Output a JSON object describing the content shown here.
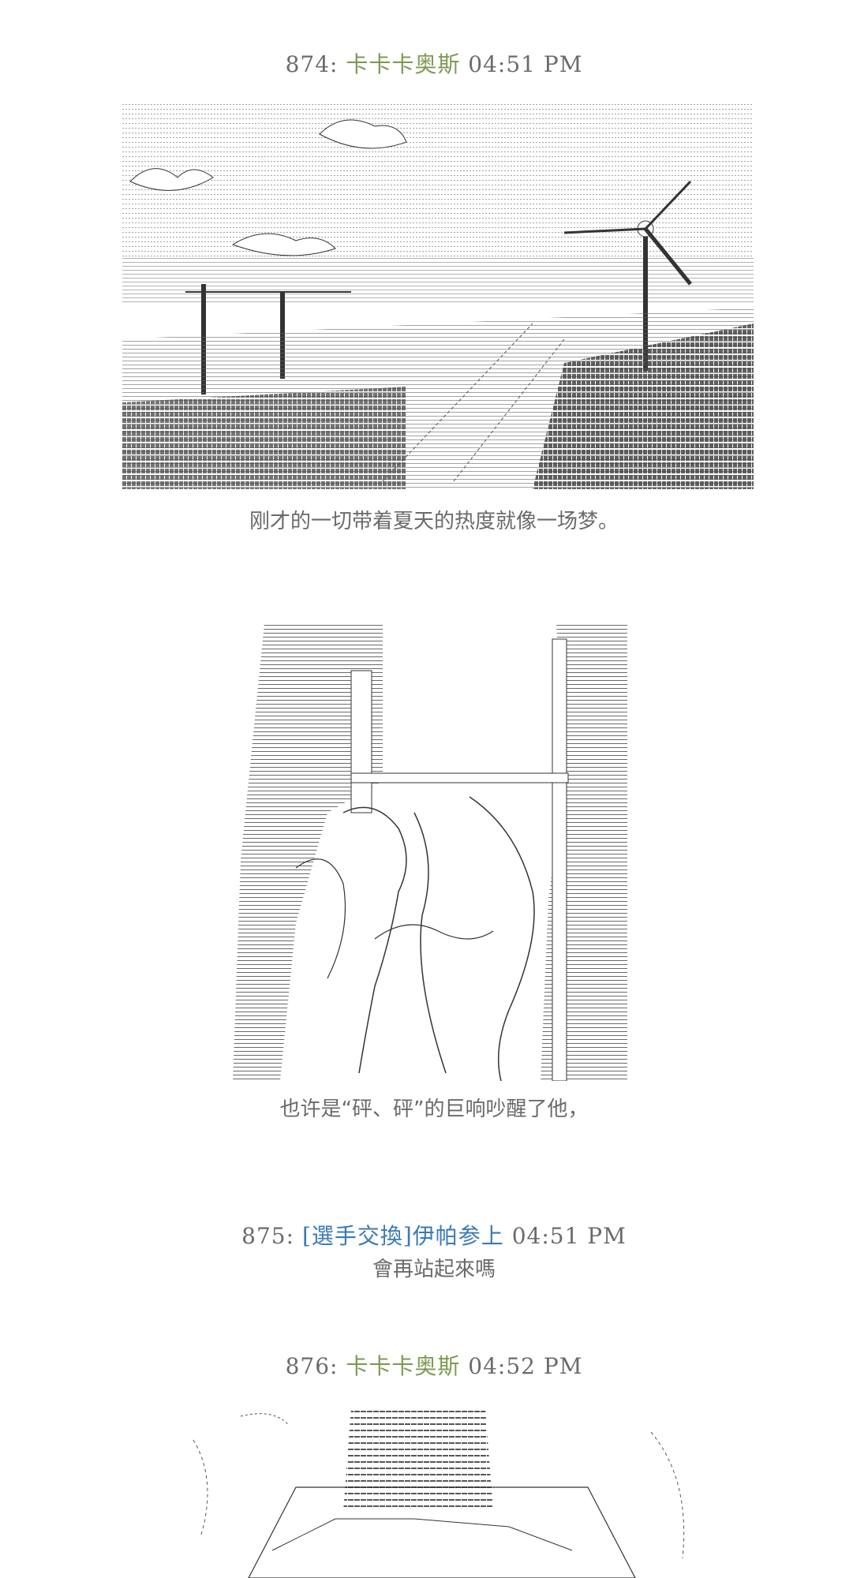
{
  "posts": [
    {
      "number": "874",
      "separator": ":",
      "author": "卡卡卡奥斯",
      "time": "04:51 PM",
      "captions": [
        "刚才的一切带着夏天的热度就像一场梦。",
        "也许是“砰、砰”的巨响吵醒了他，"
      ]
    },
    {
      "number": "875",
      "separator": ":",
      "author": "[選手交換]伊帕参上",
      "time": "04:51 PM",
      "captions": [
        "會再站起來嗎"
      ]
    },
    {
      "number": "876",
      "separator": ":",
      "author": "卡卡卡奥斯",
      "time": "04:52 PM",
      "captions": []
    }
  ],
  "colors": {
    "background": "#ffffff",
    "text": "#6b6b6b",
    "author_874_876": "#7d9a52",
    "author_875": "#3a7ab5",
    "ascii_art": "#333333"
  }
}
